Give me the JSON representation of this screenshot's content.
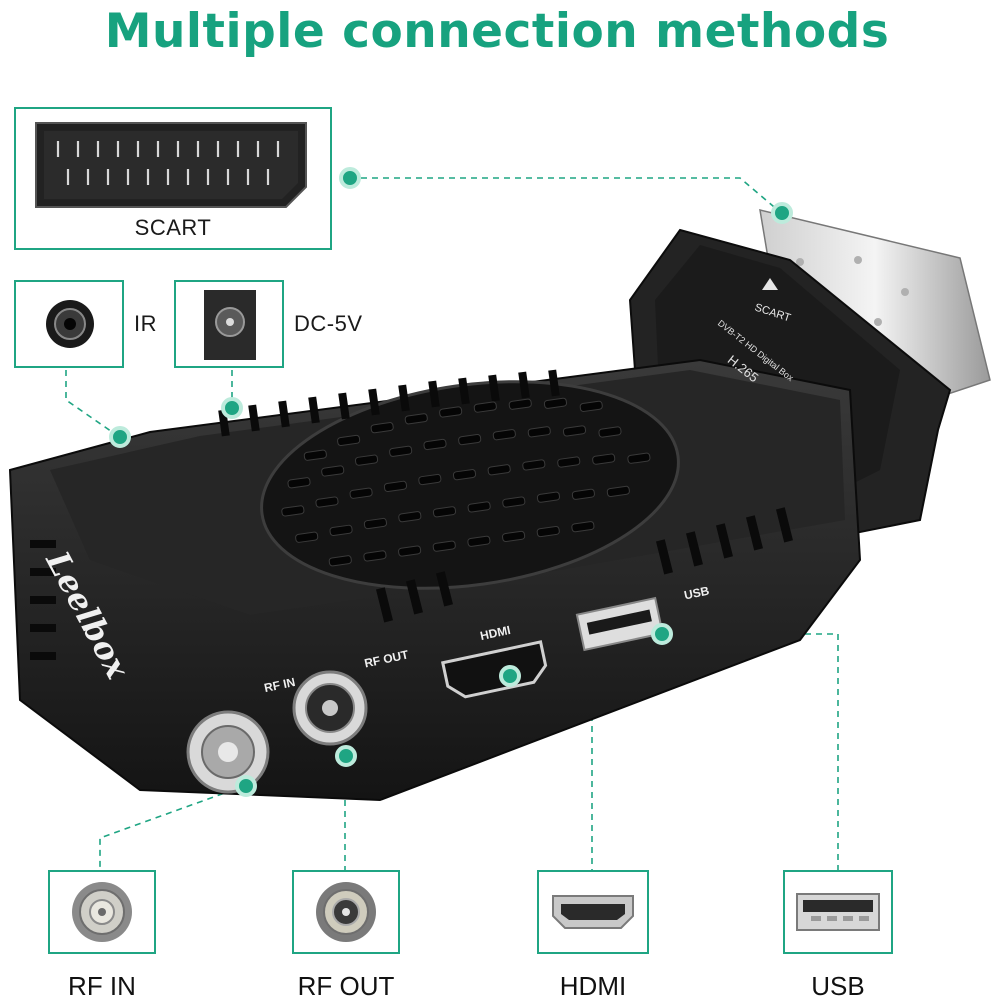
{
  "title": "Multiple connection methods",
  "callouts": {
    "scart": "SCART",
    "ir": "IR",
    "dc": "DC-5V"
  },
  "device": {
    "brand": "Leelbox",
    "scart_label": "SCART",
    "adapter_line1": "DVB-T2 HD Digital Box",
    "adapter_line2": "H.265",
    "port_rf_in": "RF IN",
    "port_rf_out": "RF OUT",
    "port_hdmi": "HDMI",
    "port_usb": "USB"
  },
  "bottom": {
    "rf_in": "RF IN",
    "rf_out": "RF OUT",
    "hdmi": "HDMI",
    "usb": "USB"
  },
  "colors": {
    "accent": "#1fa583",
    "title": "#17a27f",
    "device": "#1c1c1c"
  }
}
